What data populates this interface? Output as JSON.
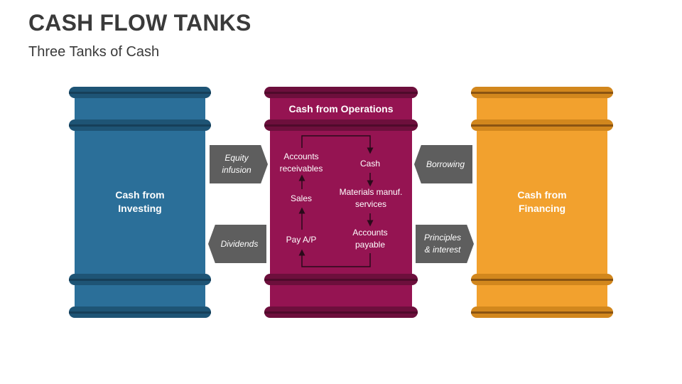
{
  "title": "CASH FLOW TANKS",
  "subtitle": "Three Tanks of Cash",
  "colors": {
    "investing_body": "#2b6f99",
    "investing_ring": "#1e5475",
    "investing_band": "#163f59",
    "operations_body": "#951452",
    "operations_ring": "#6d0f3c",
    "operations_band": "#4f0a2b",
    "financing_body": "#f2a12e",
    "financing_ring": "#d2871d",
    "financing_band": "#8a5412",
    "arrow": "#5e5e5e"
  },
  "tanks": {
    "investing": {
      "label_line1": "Cash from",
      "label_line2": "Investing"
    },
    "operations": {
      "header": "Cash from Operations",
      "accounts_receivables_1": "Accounts",
      "accounts_receivables_2": "receivables",
      "cash": "Cash",
      "sales": "Sales",
      "materials_1": "Materials manuf.",
      "materials_2": "services",
      "pay_ap": "Pay A/P",
      "accounts_payable_1": "Accounts",
      "accounts_payable_2": "payable"
    },
    "financing": {
      "label_line1": "Cash from",
      "label_line2": "Financing"
    }
  },
  "arrows": {
    "equity_1": "Equity",
    "equity_2": "infusion",
    "dividends": "Dividends",
    "borrowing": "Borrowing",
    "principles_1": "Principles",
    "principles_2": "& interest"
  }
}
